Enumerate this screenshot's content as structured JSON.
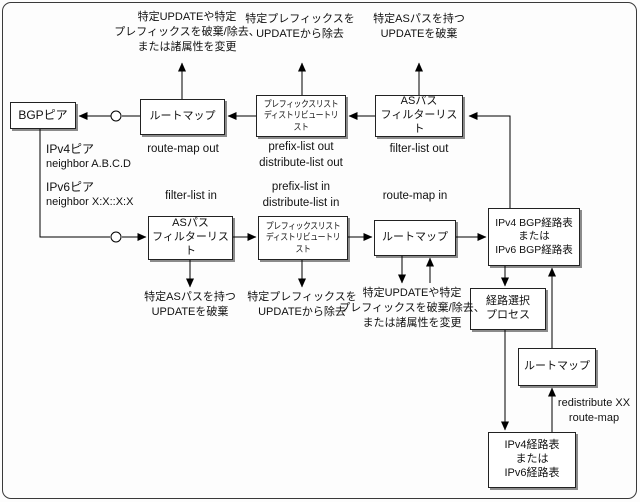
{
  "peer": {
    "box_label": "BGPピア",
    "ipv4_label": "IPv4ピア",
    "ipv4_neighbor": "neighbor A.B.C.D",
    "ipv6_label": "IPv6ピア",
    "ipv6_neighbor": "neighbor X:X::X:X"
  },
  "outbound": {
    "route_map": {
      "label": "ルートマップ",
      "caption": "route-map out",
      "annotation": "特定UPDATEや特定\nプレフィックスを破棄/除去、\nまたは諸属性を変更"
    },
    "prefix_list": {
      "label": "プレフィックスリスト\nディストリビュートリスト",
      "caption": "prefix-list out\ndistribute-list out",
      "annotation": "特定プレフィックスを\nUPDATEから除去"
    },
    "as_path_filter": {
      "label": "ASパス\nフィルターリスト",
      "caption": "filter-list out",
      "annotation": "特定ASパスを持つ\nUPDATEを破棄"
    }
  },
  "inbound": {
    "as_path_filter": {
      "label": "ASパス\nフィルターリスト",
      "caption": "filter-list in",
      "annotation": "特定ASパスを持つ\nUPDATEを破棄"
    },
    "prefix_list": {
      "label": "プレフィックスリスト\nディストリビュートリスト",
      "caption": "prefix-list in\ndistribute-list in",
      "annotation": "特定プレフィックスを\nUPDATEから除去"
    },
    "route_map": {
      "label": "ルートマップ",
      "caption": "route-map in",
      "annotation": "特定UPDATEや特定\nプレフィックスを破棄/除去、\nまたは諸属性を変更"
    }
  },
  "tables": {
    "bgp_table": "IPv4 BGP経路表\nまたは\nIPv6 BGP経路表",
    "selection_process": "経路選択\nプロセス",
    "redistribute_route_map": "ルートマップ",
    "routing_table": "IPv4経路表\nまたは\nIPv6経路表",
    "redistribute_caption": "redistribute XX\nroute-map"
  },
  "colors": {
    "line": "#000000",
    "box_border": "#222222",
    "box_bg": "#ffffff"
  }
}
